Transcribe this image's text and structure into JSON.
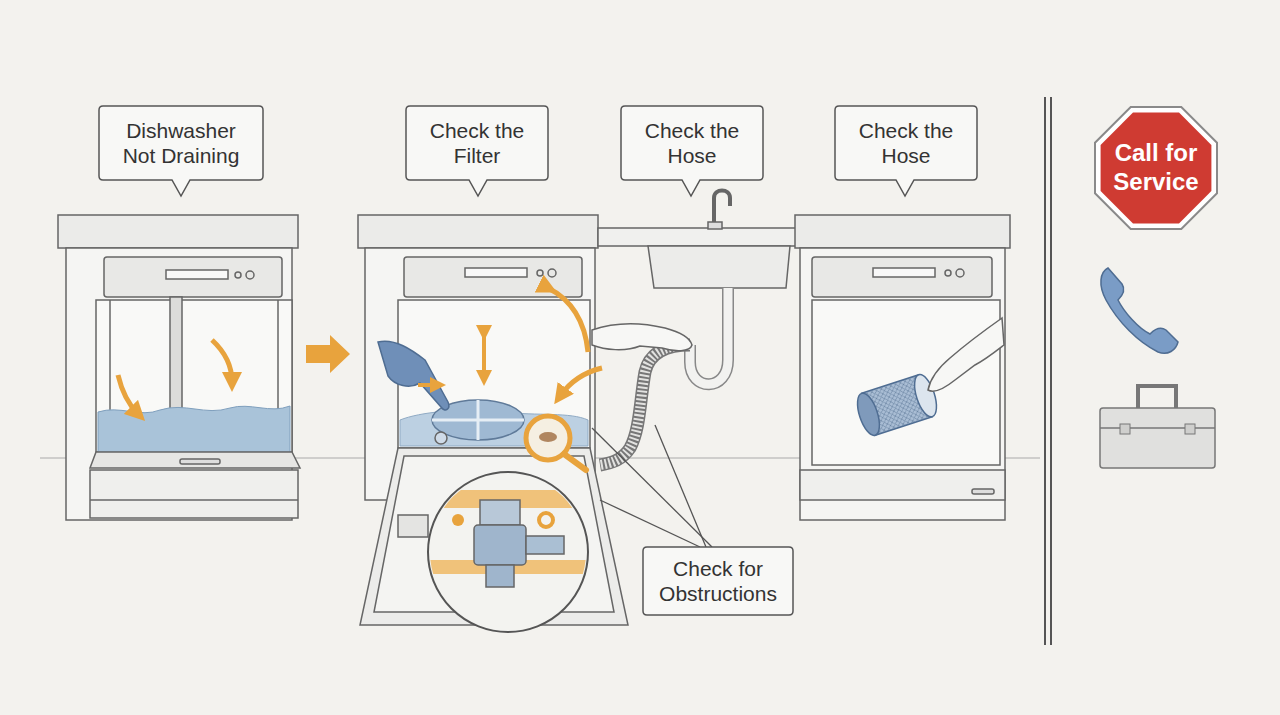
{
  "diagram": {
    "nodes": [
      {
        "text": [
          "Dishwasher Not Draining"
        ]
      },
      {
        "text": [
          "Check the Filter"
        ]
      },
      {
        "text": [
          "Check the Hose"
        ]
      },
      {
        "text": [
          "Check the Hose"
        ]
      },
      {
        "text": [
          "Check for Obstructions"
        ]
      },
      {
        "text": [
          "Call for Service"
        ]
      }
    ]
  }
}
